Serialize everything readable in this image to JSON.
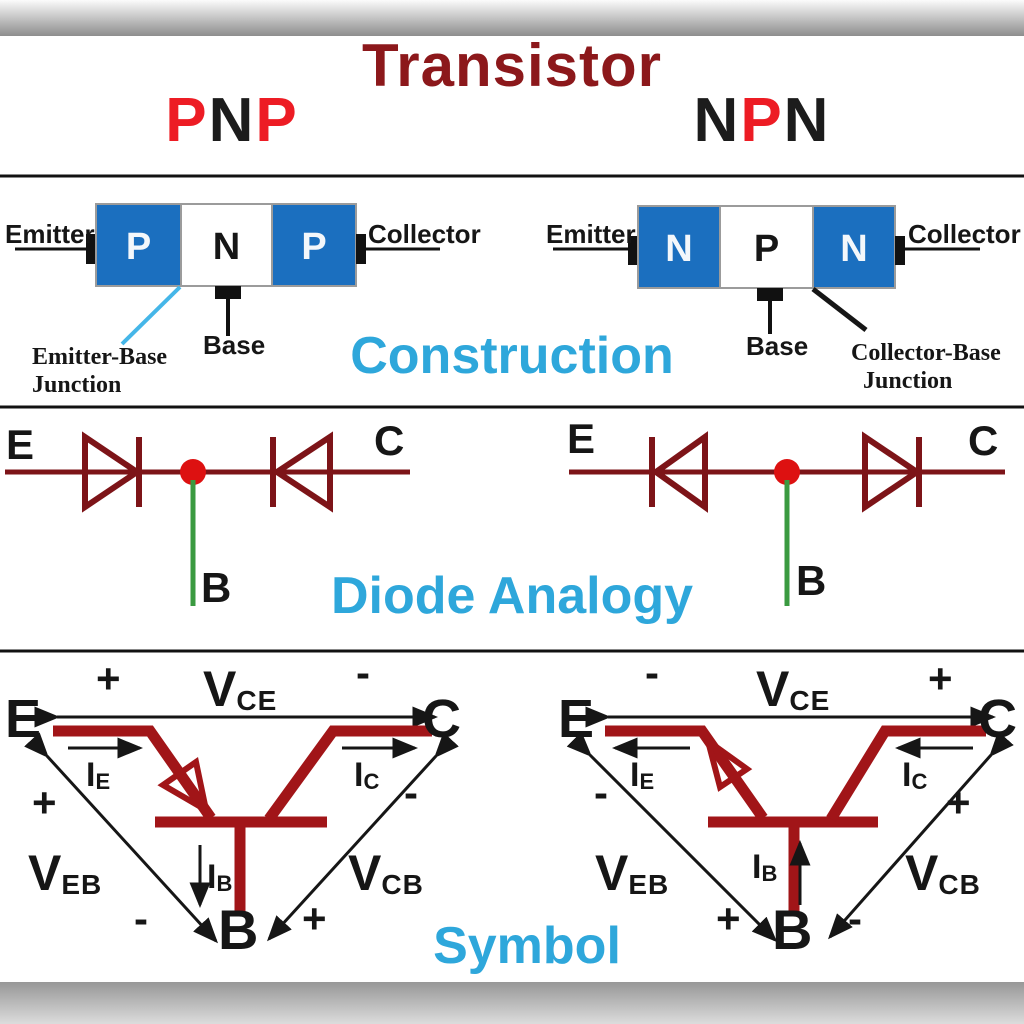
{
  "palette": {
    "title_maroon": "#8c181b",
    "accent_red": "#ed1c24",
    "text_black": "#161616",
    "block_blue": "#1b6fbf",
    "heading_cyan": "#2ea7db",
    "wire_dark_red": "#7d1418",
    "symbol_red": "#a11518",
    "dot_red": "#dd1111",
    "base_green": "#3a9a40",
    "junction_leader_cyan": "#45b6e8"
  },
  "title": "Transistor",
  "types": {
    "pnp": {
      "l1": "P",
      "l2": "N",
      "l3": "P"
    },
    "npn": {
      "l1": "N",
      "l2": "P",
      "l3": "N"
    }
  },
  "sections": {
    "construction": "Construction",
    "diode_analogy": "Diode Analogy",
    "symbol": "Symbol"
  },
  "construction": {
    "pnp": {
      "emitter": "Emitter",
      "collector": "Collector",
      "base": "Base",
      "block1": "P",
      "block2": "N",
      "block3": "P",
      "junction_line1": "Emitter-Base",
      "junction_line2": "Junction"
    },
    "npn": {
      "emitter": "Emitter",
      "collector": "Collector",
      "base": "Base",
      "block1": "N",
      "block2": "P",
      "block3": "N",
      "junction_line1": "Collector-Base",
      "junction_line2": "Junction"
    }
  },
  "diode_analogy": {
    "pnp": {
      "emitter": "E",
      "collector": "C",
      "base": "B"
    },
    "npn": {
      "emitter": "E",
      "collector": "C",
      "base": "B"
    }
  },
  "symbol": {
    "pnp": {
      "emitter": "E",
      "collector": "C",
      "base": "B",
      "vce_main": "V",
      "vce_sub": "CE",
      "veb_main": "V",
      "veb_sub": "EB",
      "vcb_main": "V",
      "vcb_sub": "CB",
      "ie_main": "I",
      "ie_sub": "E",
      "ic_main": "I",
      "ic_sub": "C",
      "ib_main": "I",
      "ib_sub": "B",
      "sign_vce_left": "+",
      "sign_vce_right": "-",
      "sign_veb_top": "+",
      "sign_veb_bottom": "-",
      "sign_vcb_top": "-",
      "sign_vcb_bottom": "+"
    },
    "npn": {
      "emitter": "E",
      "collector": "C",
      "base": "B",
      "vce_main": "V",
      "vce_sub": "CE",
      "veb_main": "V",
      "veb_sub": "EB",
      "vcb_main": "V",
      "vcb_sub": "CB",
      "ie_main": "I",
      "ie_sub": "E",
      "ic_main": "I",
      "ic_sub": "C",
      "ib_main": "I",
      "ib_sub": "B",
      "sign_vce_left": "-",
      "sign_vce_right": "+",
      "sign_veb_top": "-",
      "sign_veb_bottom": "+",
      "sign_vcb_top": "+",
      "sign_vcb_bottom": "-"
    }
  }
}
